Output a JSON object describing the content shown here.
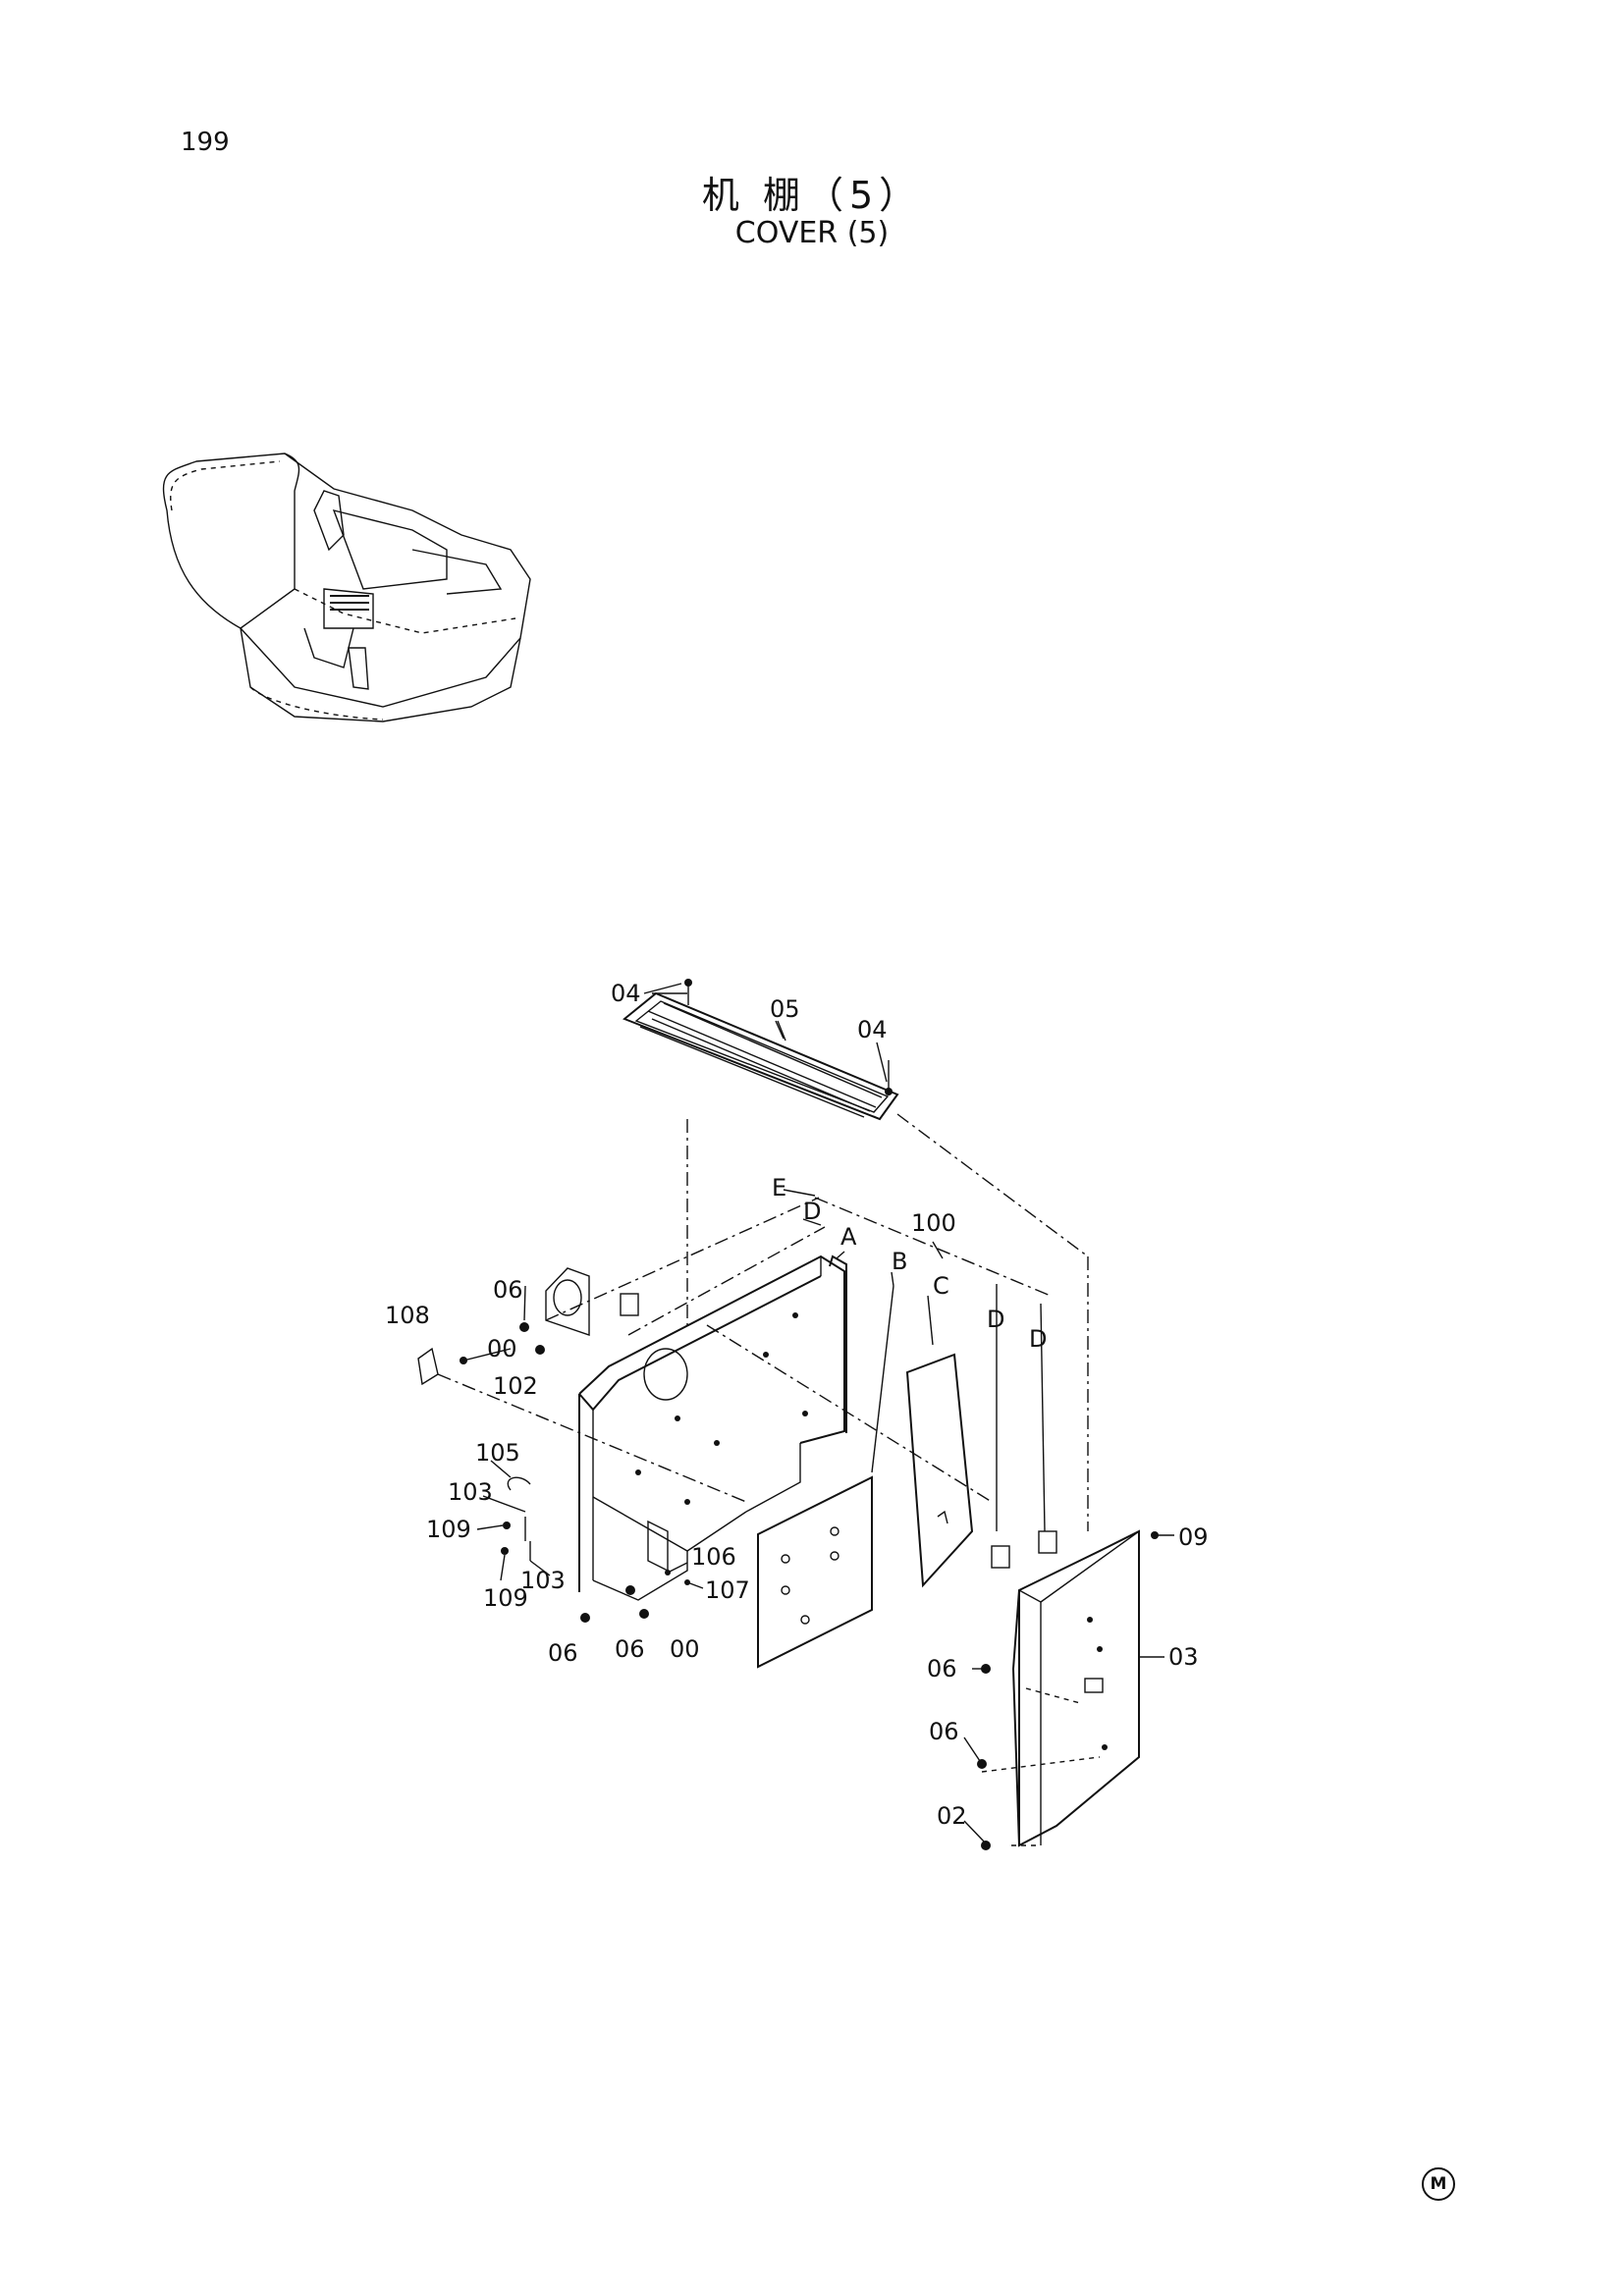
{
  "page": {
    "number": "199",
    "title_cn": "机 棚（5）",
    "title_en": "COVER (5)",
    "mark": "M"
  },
  "callouts": {
    "c04a": "04",
    "c05": "05",
    "c04b": "04",
    "cE": "E",
    "cD1": "D",
    "cA": "A",
    "c100": "100",
    "cB": "B",
    "cC": "C",
    "cD2": "D",
    "cD3": "D",
    "c108": "108",
    "c06a": "06",
    "c00a": "00",
    "c102": "102",
    "c105": "105",
    "c103a": "103",
    "c109a": "109",
    "c103b": "103",
    "c109b": "109",
    "c106": "106",
    "c107": "107",
    "c06b": "06",
    "c06c": "06",
    "c00b": "00",
    "c09": "09",
    "c06d": "06",
    "c03": "03",
    "c06e": "06",
    "c02": "02"
  }
}
